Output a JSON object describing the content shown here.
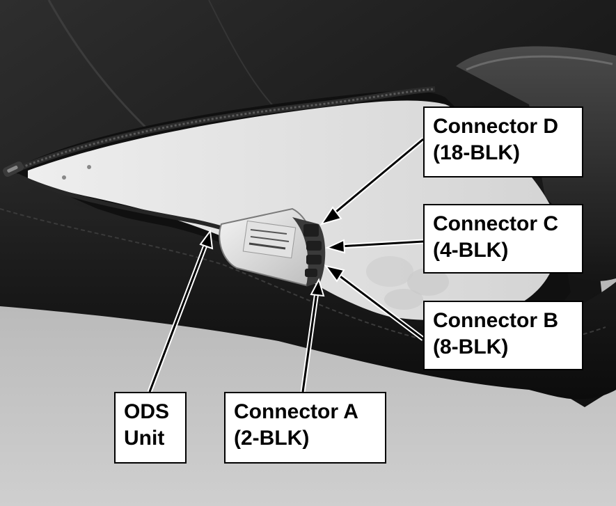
{
  "labels": {
    "connector_d": {
      "name": "Connector D",
      "spec": "(18-BLK)"
    },
    "connector_c": {
      "name": "Connector C",
      "spec": "(4-BLK)"
    },
    "connector_b": {
      "name": "Connector B",
      "spec": "(8-BLK)"
    },
    "connector_a": {
      "name": "Connector A",
      "spec": "(2-BLK)"
    },
    "ods_unit": {
      "line1": "ODS",
      "line2": "Unit"
    }
  },
  "icons": [
    "zipper-pull-icon",
    "arrow-icon"
  ],
  "colors": {
    "background": "#b9b9b9",
    "seat_fabric": "#1c1c1c",
    "foam": "#e6e6e6",
    "label_fill": "#ffffff",
    "label_border": "#000000"
  }
}
